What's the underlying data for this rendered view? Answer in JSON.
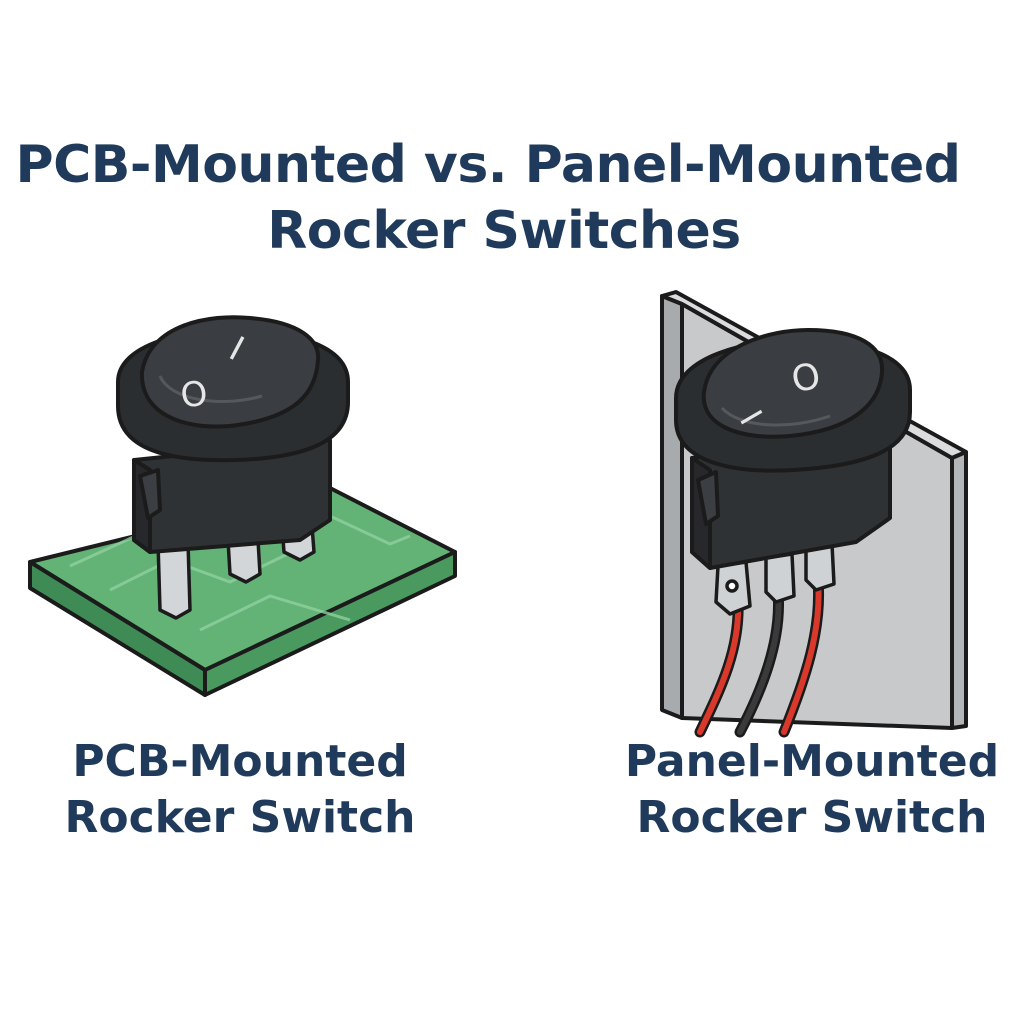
{
  "title": {
    "line1": "PCB-Mounted vs. Panel-Mounted",
    "line2": "Rocker Switches"
  },
  "pcb": {
    "caption_line1": "PCB-Mounted",
    "caption_line2": "Rocker Switch",
    "rocker_symbol_on": "I",
    "rocker_symbol_off": "O"
  },
  "panel": {
    "caption_line1": "Panel-Mounted",
    "caption_line2": "Rocker Switch",
    "rocker_symbol_on": "I",
    "rocker_symbol_off": "O"
  },
  "colors": {
    "text": "#1f3a5a",
    "switch_body": "#2b2e31",
    "pcb_board": "#5aa86e",
    "panel_plate": "#c7c9cb",
    "wire_red": "#d8392b",
    "wire_black": "#3a3a3a",
    "terminal_metal": "#cfd2d4"
  }
}
